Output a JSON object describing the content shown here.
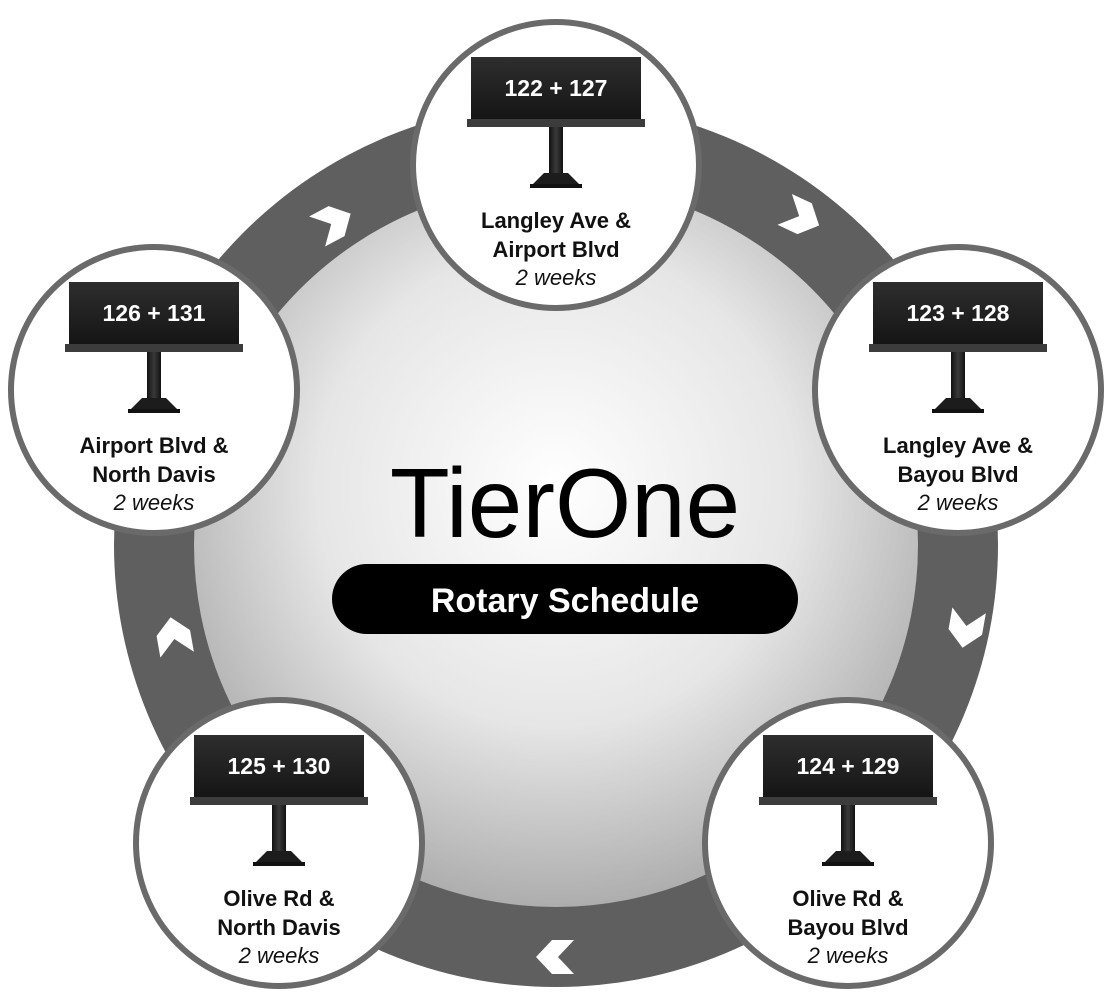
{
  "title": "TierOne",
  "subtitle": "Rotary Schedule",
  "colors": {
    "ring": "#5f5f5f",
    "circle_border": "#6a6a6a",
    "board": "#222222",
    "arrow": "#ffffff"
  },
  "stops": [
    {
      "board": "122 + 127",
      "line1": "Langley Ave &",
      "line2": "Airport Blvd",
      "duration": "2 weeks"
    },
    {
      "board": "123 + 128",
      "line1": "Langley Ave &",
      "line2": "Bayou Blvd",
      "duration": "2 weeks"
    },
    {
      "board": "124 + 129",
      "line1": "Olive Rd &",
      "line2": "Bayou Blvd",
      "duration": "2 weeks"
    },
    {
      "board": "125 + 130",
      "line1": "Olive Rd &",
      "line2": "North Davis",
      "duration": "2 weeks"
    },
    {
      "board": "126 + 131",
      "line1": "Airport Blvd &",
      "line2": "North Davis",
      "duration": "2 weeks"
    }
  ],
  "arrows": [
    "chevron-right-icon",
    "chevron-down-icon",
    "chevron-left-icon",
    "chevron-up-icon",
    "chevron-up-right-icon"
  ]
}
